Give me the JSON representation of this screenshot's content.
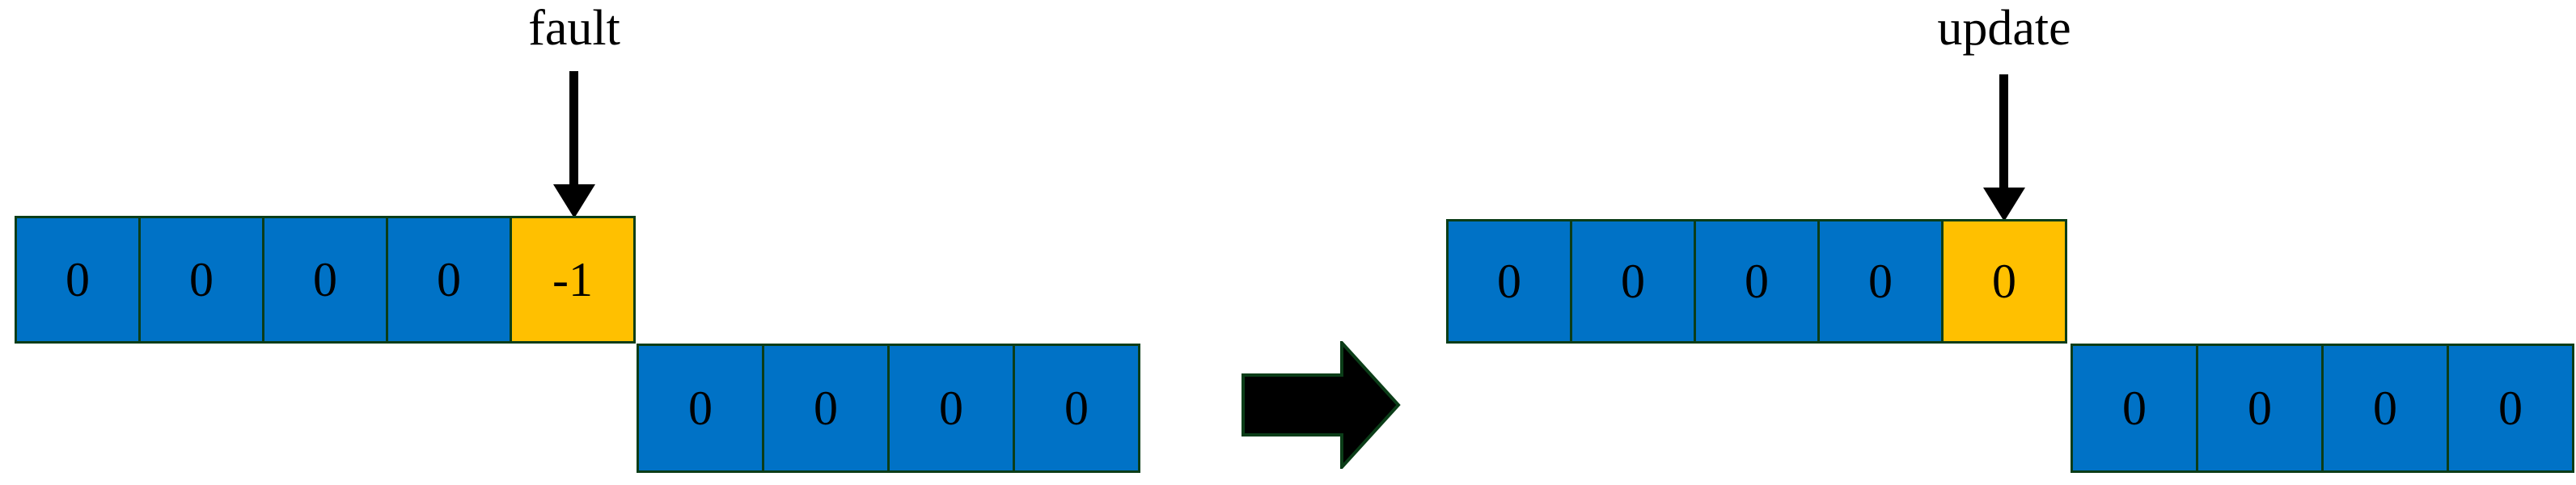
{
  "diagram": {
    "title": "page-fault then update of a memory array",
    "colors": {
      "cell_fill_normal": "#0072C6",
      "cell_fill_highlight": "#FFC000",
      "cell_border": "#0b3d18",
      "text": "#000000",
      "transition_arrow": "#000000",
      "background": "#ffffff"
    },
    "before": {
      "annotation": {
        "label": "fault",
        "icon": "down-arrow-icon",
        "points_to_cell_index": 4
      },
      "rows": [
        {
          "name": "upper-row",
          "cells": [
            {
              "value": "0",
              "state": "normal"
            },
            {
              "value": "0",
              "state": "normal"
            },
            {
              "value": "0",
              "state": "normal"
            },
            {
              "value": "0",
              "state": "normal"
            },
            {
              "value": "-1",
              "state": "highlight"
            }
          ]
        },
        {
          "name": "lower-row",
          "cells": [
            {
              "value": "0",
              "state": "normal"
            },
            {
              "value": "0",
              "state": "normal"
            },
            {
              "value": "0",
              "state": "normal"
            },
            {
              "value": "0",
              "state": "normal"
            }
          ]
        }
      ]
    },
    "transition": {
      "icon": "right-block-arrow-icon",
      "label": ""
    },
    "after": {
      "annotation": {
        "label": "update",
        "icon": "down-arrow-icon",
        "points_to_cell_index": 4
      },
      "rows": [
        {
          "name": "upper-row",
          "cells": [
            {
              "value": "0",
              "state": "normal"
            },
            {
              "value": "0",
              "state": "normal"
            },
            {
              "value": "0",
              "state": "normal"
            },
            {
              "value": "0",
              "state": "normal"
            },
            {
              "value": "0",
              "state": "highlight"
            }
          ]
        },
        {
          "name": "lower-row",
          "cells": [
            {
              "value": "0",
              "state": "normal"
            },
            {
              "value": "0",
              "state": "normal"
            },
            {
              "value": "0",
              "state": "normal"
            },
            {
              "value": "0",
              "state": "normal"
            }
          ]
        }
      ]
    }
  }
}
